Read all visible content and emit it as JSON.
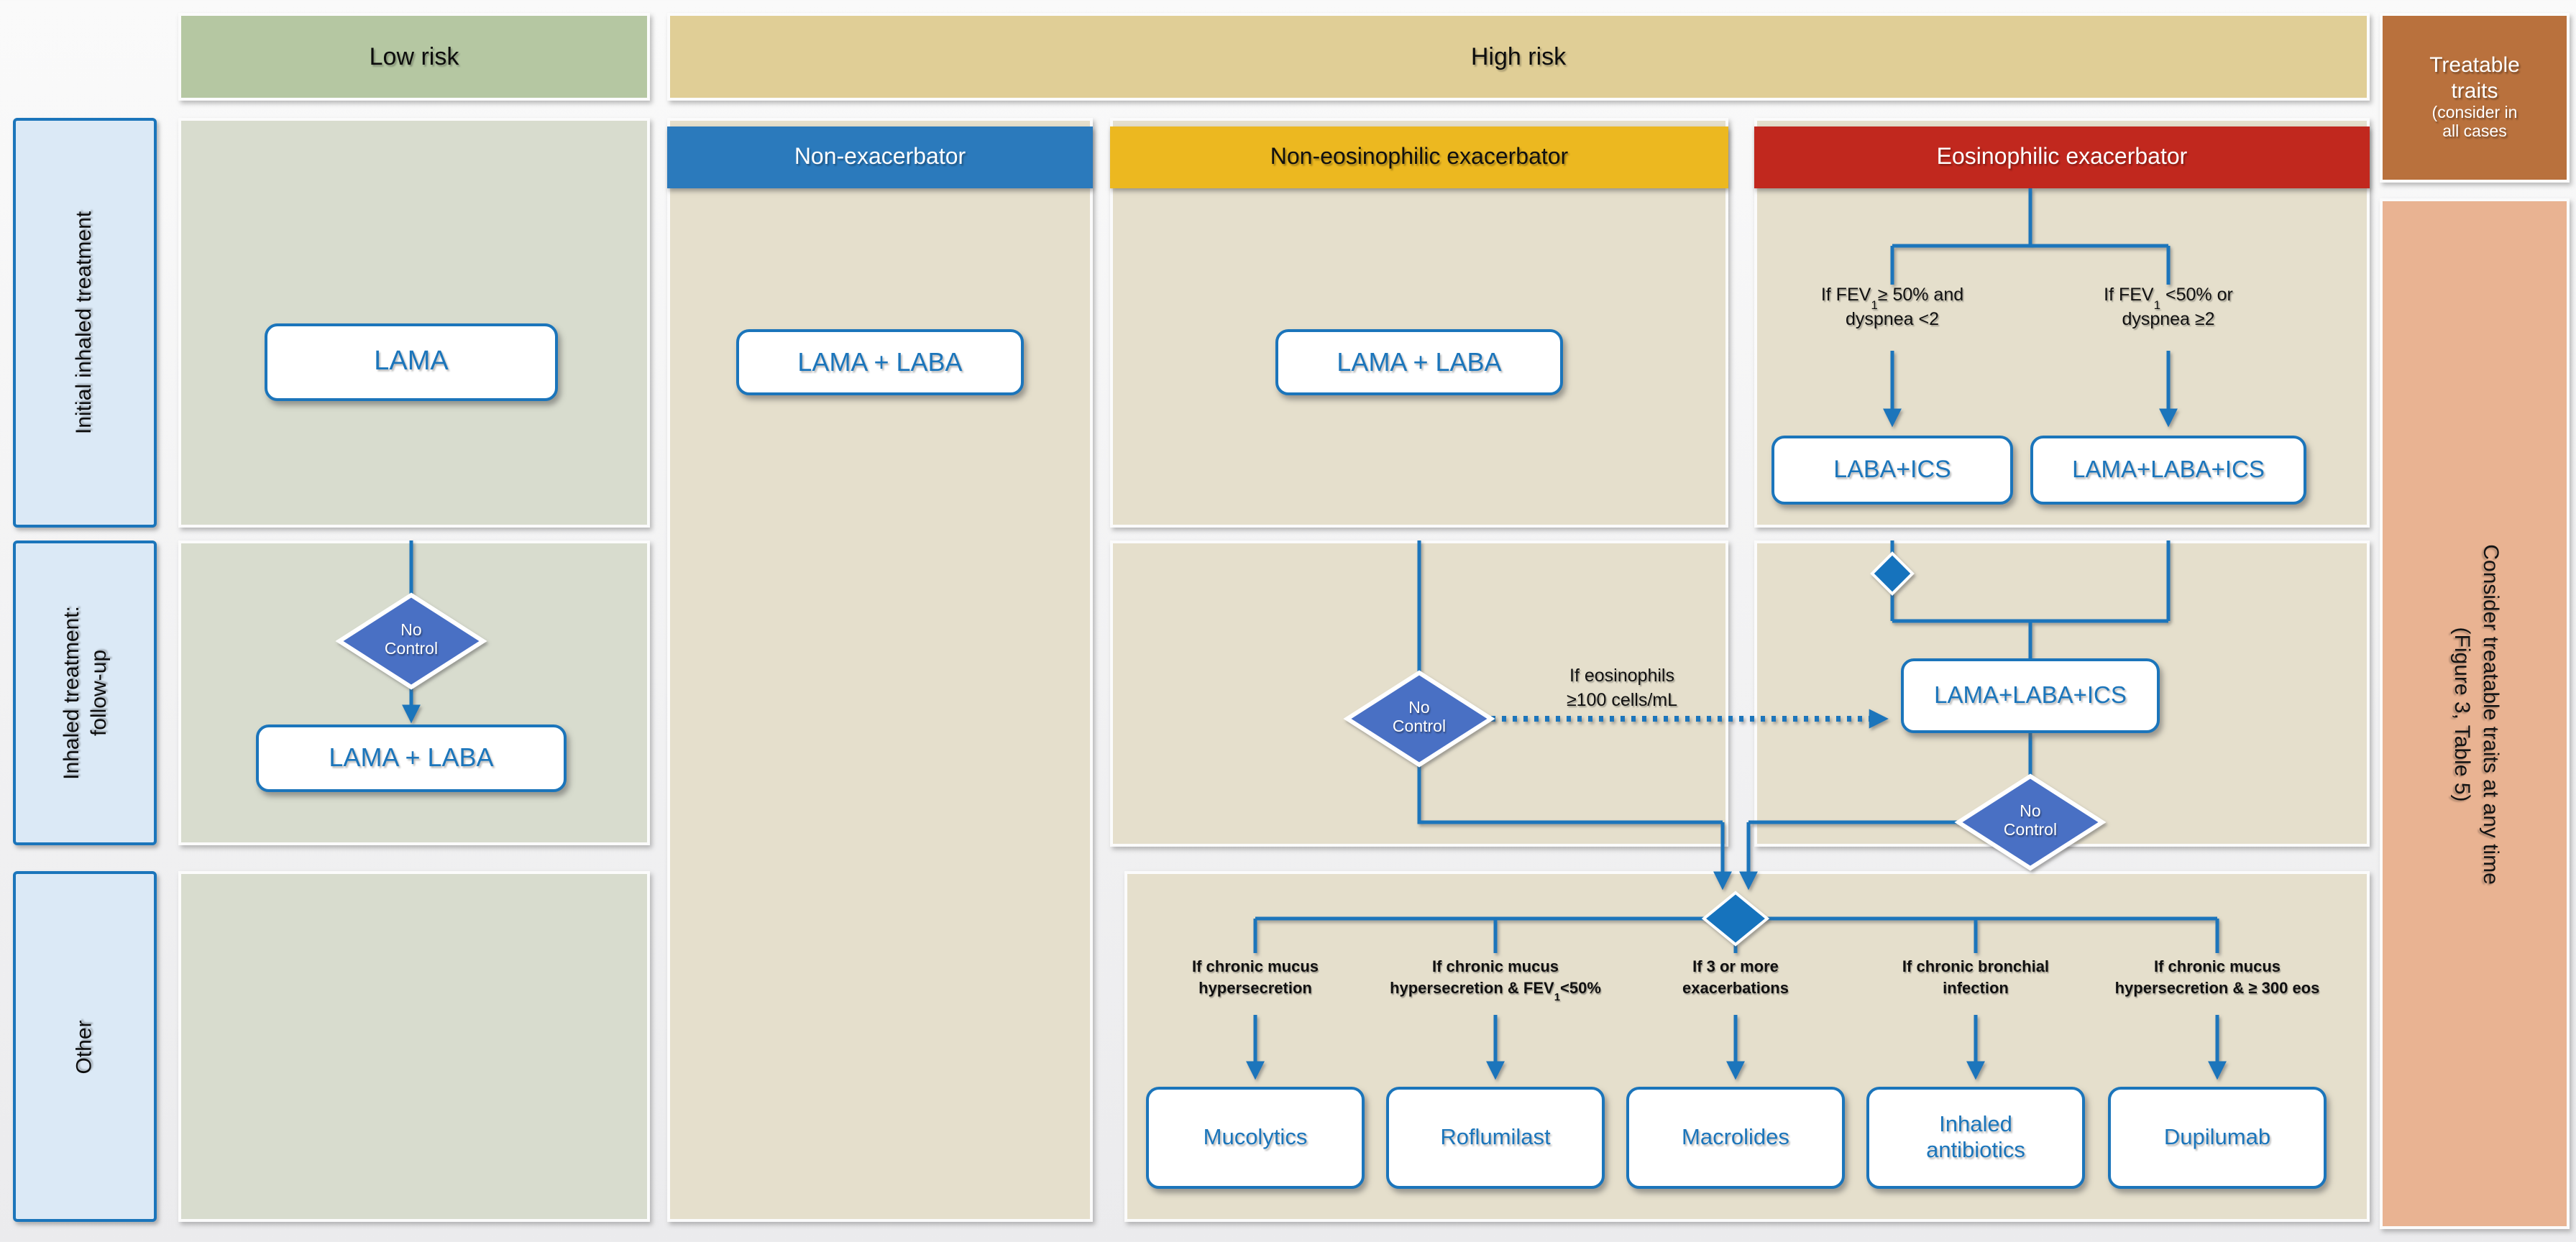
{
  "top": {
    "low_risk": "Low risk",
    "high_risk": "High risk"
  },
  "treatable_traits": {
    "title": "Treatable traits",
    "sub_l1": "(consider in",
    "sub_l2": "all cases"
  },
  "row_labels": {
    "initial": "Initial inhaled treatment",
    "followup_l1": "Inhaled treatment:",
    "followup_l2": "follow-up",
    "other": "Other"
  },
  "right_rail": {
    "l1": "Consider treatable traits at any time",
    "l2": "(Figure 3, Table 5)"
  },
  "columns": {
    "non_exacerbator": "Non-exacerbator",
    "non_eosinophilic": "Non-eosinophilic exacerbator",
    "eosinophilic": "Eosinophilic exacerbator"
  },
  "diamond": {
    "l1": "No",
    "l2": "Control"
  },
  "row1": {
    "low_risk_box": "LAMA",
    "non_exacerbator_box": "LAMA + LABA",
    "non_eosinophilic_box": "LAMA + LABA",
    "cond_left": {
      "a": "If FEV",
      "sub": "1",
      "b": "≥ 50% and",
      "l2": "dyspnea <2"
    },
    "cond_right": {
      "a": "If FEV",
      "sub": "1",
      "b": " <50% or",
      "l2": "dyspnea ≥2"
    },
    "box_left": "LABA+ICS",
    "box_right": "LAMA+LABA+ICS"
  },
  "row2": {
    "low_risk_box": "LAMA + LABA",
    "note_l1": "If eosinophils",
    "note_l2": "≥100 cells/mL",
    "eos_box": "LAMA+LABA+ICS"
  },
  "bottom": {
    "branches": [
      {
        "l1": "If chronic mucus",
        "l2": "hypersecretion",
        "box": "Mucolytics"
      },
      {
        "l1": "If chronic mucus",
        "l2a": "hypersecretion & FEV",
        "sub": "1",
        "l2b": "<50%",
        "box": "Roflumilast"
      },
      {
        "l1": "If 3 or more",
        "l2": "exacerbations",
        "box": "Macrolides"
      },
      {
        "l1": "If chronic bronchial",
        "l2": "infection",
        "box_l1": "Inhaled",
        "box_l2": "antibiotics"
      },
      {
        "l1": "If chronic mucus",
        "l2": "hypersecretion & ≥ 300 eos",
        "box": "Dupilumab"
      }
    ]
  },
  "colors": {
    "accent_blue": "#1b75bb",
    "diamond_fill": "#4a70c4",
    "connector_diamond_fill": "#1673bd",
    "low_risk_header": "#b5c7a2",
    "high_risk_header": "#e0ce96",
    "non_exacerbator_header": "#2b7abc",
    "non_eosinophilic_header": "#ecb820",
    "eosinophilic_header": "#c1281e",
    "treatable_traits_box": "#b9713d",
    "right_rail": "#e9b392",
    "low_risk_cell": "#d8dcce",
    "high_risk_cell": "#e5dfcc",
    "row_label_bg": "#dbe9f6"
  }
}
